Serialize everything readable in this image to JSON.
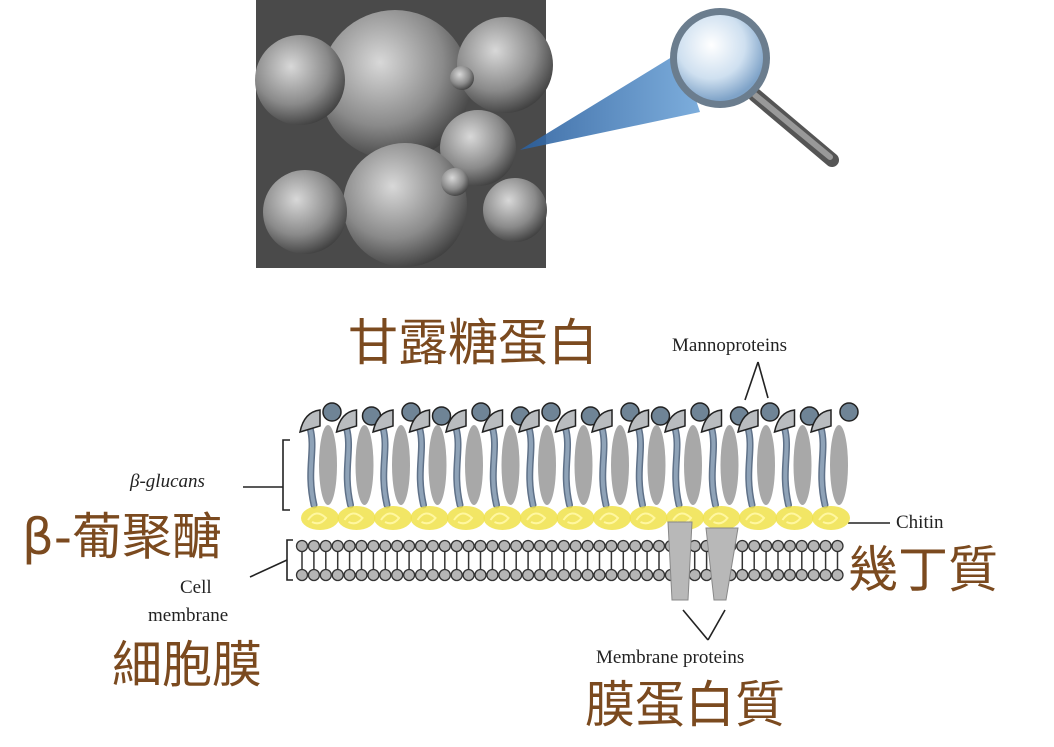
{
  "labels": {
    "mannoproteins_zh": "甘露糖蛋白",
    "mannoproteins_en": "Mannoproteins",
    "glucans_en": "β-glucans",
    "glucans_zh": "β-葡聚醣",
    "cell_membrane_en_1": "Cell",
    "cell_membrane_en_2": "membrane",
    "cell_membrane_zh": "細胞膜",
    "chitin_en": "Chitin",
    "chitin_zh": "幾丁質",
    "membrane_proteins_en": "Membrane proteins",
    "membrane_proteins_zh": "膜蛋白質"
  },
  "colors": {
    "chinese_label": "#7b4a1f",
    "glucan": "#8fa3b8",
    "mannoprotein_sphere": "#6f8496",
    "chitin": "#f0e24a",
    "lipid": "#b5b5b5"
  }
}
